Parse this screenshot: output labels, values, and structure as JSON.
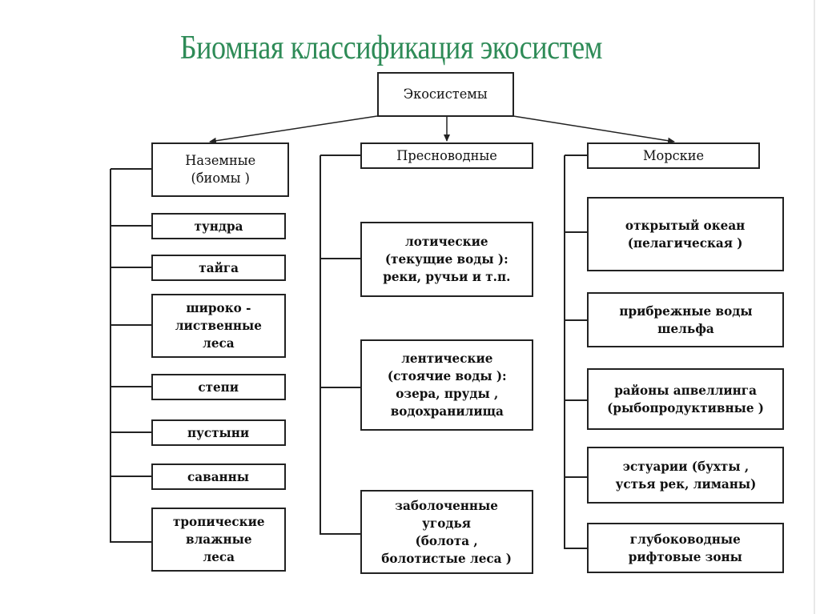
{
  "title": "Биомная классификация экосистем",
  "colors": {
    "title": "#2e8b57",
    "lines": "#222222"
  },
  "root": {
    "label": "Экосистемы"
  },
  "categories": [
    {
      "label": "Наземные\n(биомы )",
      "items": [
        "тундра",
        "тайга",
        "широко -\nлиственные\nлеса",
        "степи",
        "пустыни",
        "саванны",
        "тропические\nвлажные\nлеса"
      ]
    },
    {
      "label": "Пресноводные",
      "items": [
        "лотические\n(текущие воды ):\nреки, ручьи и т.п.",
        "лентические\n(стоячие воды ):\nозера, пруды ,\nводохранилища",
        "заболоченные\nугодья\n(болота ,\nболотистые леса )"
      ]
    },
    {
      "label": "Морские",
      "items": [
        "открытый океан\n(пелагическая )",
        "прибрежные воды\nшельфа",
        "районы апвеллинга\n(рыбопродуктивные )",
        "эстуарии (бухты ,\nустья рек, лиманы)",
        "глубоководные\nрифтовые зоны"
      ]
    }
  ]
}
